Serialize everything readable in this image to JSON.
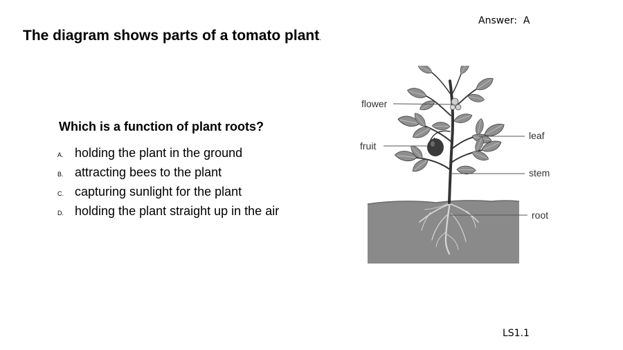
{
  "answer": "Answer:  A",
  "title": "The diagram shows parts of a tomato plant",
  "title_suffix": ".",
  "question": "Which is a function of plant roots?",
  "choices": [
    {
      "letter": "A.",
      "text": "holding the plant in the ground"
    },
    {
      "letter": "B.",
      "text": "attracting bees to the plant"
    },
    {
      "letter": "C.",
      "text": "capturing sunlight for the plant"
    },
    {
      "letter": "D.",
      "text": "holding the plant straight up in the air"
    }
  ],
  "diagram": {
    "labels": {
      "flower": "flower",
      "fruit": "fruit",
      "leaf": "leaf",
      "stem": "stem",
      "root": "root"
    }
  },
  "code": "LS1.1"
}
